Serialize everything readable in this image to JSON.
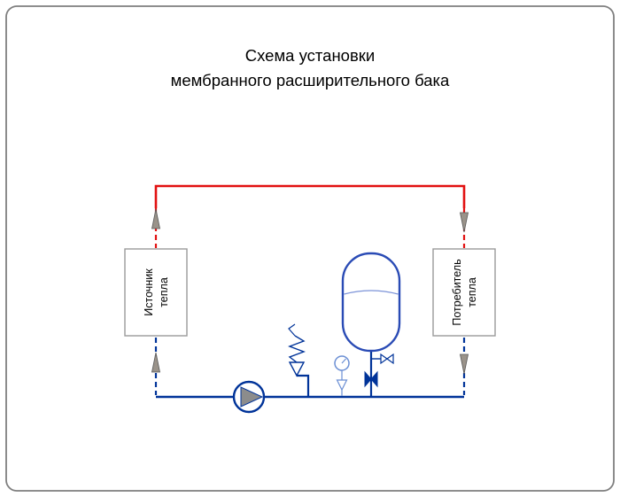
{
  "title": {
    "line1": "Схема установки",
    "line2": "мембранного расширительного бака"
  },
  "boxes": {
    "source": {
      "line1": "Источник",
      "line2": "тепла"
    },
    "consumer": {
      "line1": "Потребитель",
      "line2": "тепла"
    }
  },
  "icons": {
    "pump": "circulation-pump-icon",
    "safety_valve": "safety-valve-icon",
    "gauge": "pressure-gauge-icon",
    "tank": "expansion-tank",
    "tank_valve": "shutoff-valve-icon",
    "drain_valve": "drain-valve-icon"
  },
  "colors": {
    "border": "#7f7f7f",
    "supply_pipe": "#e21010",
    "return_pipe": "#003399",
    "tank_outline": "#2a4bb5",
    "membrane": "#7c93d8",
    "gauge_outline": "#6b8fd4",
    "arrow_fill": "#9a938a",
    "arrow_outline": "#555555",
    "box_border": "#9a9a9a",
    "pump_fill": "#8c8c8c",
    "text": "#000000"
  }
}
